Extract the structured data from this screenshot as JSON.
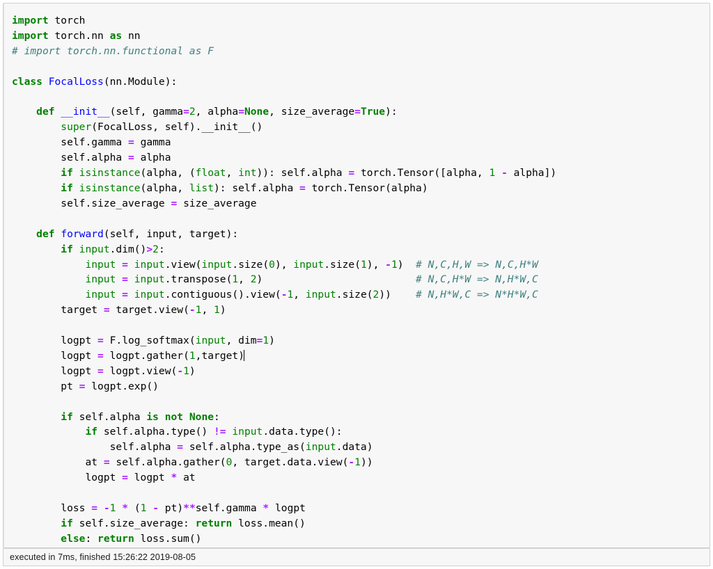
{
  "cell": {
    "language": "python",
    "background": "#f7f7f7",
    "border_color": "#cfcfcf",
    "colors": {
      "keyword": "#008000",
      "builtin": "#008000",
      "function_name": "#0000FF",
      "class_name": "#0000FF",
      "operator": "#AA22FF",
      "number": "#008000",
      "comment": "#408080",
      "text": "#000000"
    },
    "lines": [
      {
        "n": 1,
        "text": "import torch"
      },
      {
        "n": 2,
        "text": "import torch.nn as nn"
      },
      {
        "n": 3,
        "text": "# import torch.nn.functional as F"
      },
      {
        "n": 4,
        "text": ""
      },
      {
        "n": 5,
        "text": "class FocalLoss(nn.Module):"
      },
      {
        "n": 6,
        "text": ""
      },
      {
        "n": 7,
        "text": "    def __init__(self, gamma=2, alpha=None, size_average=True):"
      },
      {
        "n": 8,
        "text": "        super(FocalLoss, self).__init__()"
      },
      {
        "n": 9,
        "text": "        self.gamma = gamma"
      },
      {
        "n": 10,
        "text": "        self.alpha = alpha"
      },
      {
        "n": 11,
        "text": "        if isinstance(alpha, (float, int)): self.alpha = torch.Tensor([alpha, 1 - alpha])"
      },
      {
        "n": 12,
        "text": "        if isinstance(alpha, list): self.alpha = torch.Tensor(alpha)"
      },
      {
        "n": 13,
        "text": "        self.size_average = size_average"
      },
      {
        "n": 14,
        "text": ""
      },
      {
        "n": 15,
        "text": "    def forward(self, input, target):"
      },
      {
        "n": 16,
        "text": "        if input.dim()>2:"
      },
      {
        "n": 17,
        "text": "            input = input.view(input.size(0), input.size(1), -1)  # N,C,H,W => N,C,H*W"
      },
      {
        "n": 18,
        "text": "            input = input.transpose(1, 2)                         # N,C,H*W => N,H*W,C"
      },
      {
        "n": 19,
        "text": "            input = input.contiguous().view(-1, input.size(2))    # N,H*W,C => N*H*W,C"
      },
      {
        "n": 20,
        "text": "        target = target.view(-1, 1)"
      },
      {
        "n": 21,
        "text": ""
      },
      {
        "n": 22,
        "text": "        logpt = F.log_softmax(input, dim=1)"
      },
      {
        "n": 23,
        "text": "        logpt = logpt.gather(1,target)"
      },
      {
        "n": 24,
        "text": "        logpt = logpt.view(-1)"
      },
      {
        "n": 25,
        "text": "        pt = logpt.exp()"
      },
      {
        "n": 26,
        "text": ""
      },
      {
        "n": 27,
        "text": "        if self.alpha is not None:"
      },
      {
        "n": 28,
        "text": "            if self.alpha.type() != input.data.type():"
      },
      {
        "n": 29,
        "text": "                self.alpha = self.alpha.type_as(input.data)"
      },
      {
        "n": 30,
        "text": "            at = self.alpha.gather(0, target.data.view(-1))"
      },
      {
        "n": 31,
        "text": "            logpt = logpt * at"
      },
      {
        "n": 32,
        "text": ""
      },
      {
        "n": 33,
        "text": "        loss = -1 * (1 - pt)**self.gamma * logpt"
      },
      {
        "n": 34,
        "text": "        if self.size_average: return loss.mean()"
      },
      {
        "n": 35,
        "text": "        else: return loss.sum()"
      }
    ],
    "cursor": {
      "visible": true,
      "line": 23,
      "column": 38,
      "after_text": "logpt = logpt.gather(1,target)"
    },
    "comments": [
      "# import torch.nn.functional as F",
      "# N,C,H,W => N,C,H*W",
      "# N,C,H*W => N,H*W,C",
      "# N,H*W,C => N*H*W,C"
    ]
  },
  "footer": {
    "execution_status": "executed in 7ms, finished 15:26:22 2019-08-05",
    "duration": "7ms",
    "finished_time": "15:26:22",
    "finished_date": "2019-08-05"
  }
}
